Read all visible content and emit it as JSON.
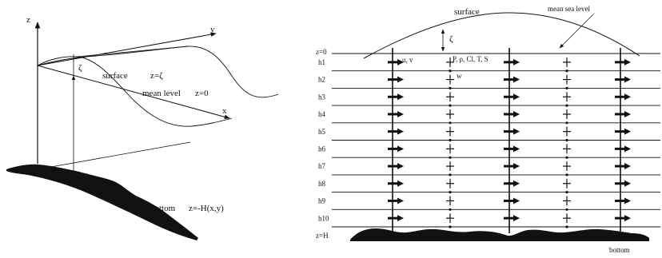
{
  "left_panel": {
    "axis_z": "z",
    "axis_y": "y",
    "axis_x": "x",
    "zeta": "ζ",
    "surface": "surface",
    "surface_eq": "z=ζ",
    "mean_level": "mean level",
    "mean_level_eq": "z=0",
    "bottom": "bottom",
    "bottom_eq": "z=-H(x,y)"
  },
  "right_panel": {
    "surface": "surface",
    "mean_sea_level": "mean sea level",
    "zeta": "ζ",
    "z_top": "z=0",
    "z_bottom": "z=H",
    "layers": [
      "h1",
      "h2",
      "h3",
      "h4",
      "h5",
      "h6",
      "h7",
      "h8",
      "h9",
      "h10"
    ],
    "uv_label": "u, v",
    "scalar_label": "P, ρ, Cl, T, S",
    "w_label": "w",
    "bottom": "bottom"
  },
  "colors": {
    "ink": "#111111",
    "background": "#ffffff"
  }
}
